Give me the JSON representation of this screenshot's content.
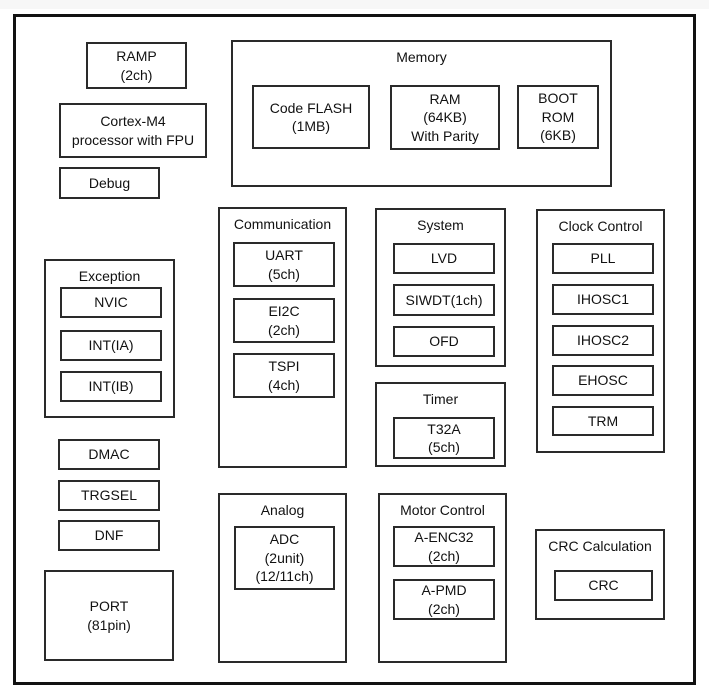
{
  "diagram": {
    "colors": {
      "line": "#111111",
      "background": "#ffffff"
    },
    "cpu": {
      "ramp": "RAMP\n(2ch)",
      "core": "Cortex-M4\nprocessor with FPU",
      "debug": "Debug"
    },
    "memory": {
      "title": "Memory",
      "code_flash": "Code FLASH\n(1MB)",
      "ram": "RAM\n(64KB)\nWith Parity",
      "boot_rom": "BOOT\nROM\n(6KB)"
    },
    "communication": {
      "title": "Communication",
      "uart": "UART\n(5ch)",
      "ei2c": "EI2C\n(2ch)",
      "tspi": "TSPI\n(4ch)"
    },
    "system": {
      "title": "System",
      "lvd": "LVD",
      "siwdt": "SIWDT(1ch)",
      "ofd": "OFD"
    },
    "timer": {
      "title": "Timer",
      "t32a": "T32A\n(5ch)"
    },
    "clock_control": {
      "title": "Clock Control",
      "pll": "PLL",
      "ihosc1": "IHOSC1",
      "ihosc2": "IHOSC2",
      "ehosc": "EHOSC",
      "trm": "TRM"
    },
    "exception": {
      "title": "Exception",
      "nvic": "NVIC",
      "int_ia": "INT(IA)",
      "int_ib": "INT(IB)"
    },
    "peripherals": {
      "dmac": "DMAC",
      "trgsel": "TRGSEL",
      "dnf": "DNF",
      "port": "PORT\n(81pin)"
    },
    "analog": {
      "title": "Analog",
      "adc": "ADC\n(2unit)\n(12/11ch)"
    },
    "motor_control": {
      "title": "Motor Control",
      "a_enc32": "A-ENC32\n(2ch)",
      "a_pmd": "A-PMD\n(2ch)"
    },
    "crc_calculation": {
      "title": "CRC Calculation",
      "crc": "CRC"
    }
  }
}
